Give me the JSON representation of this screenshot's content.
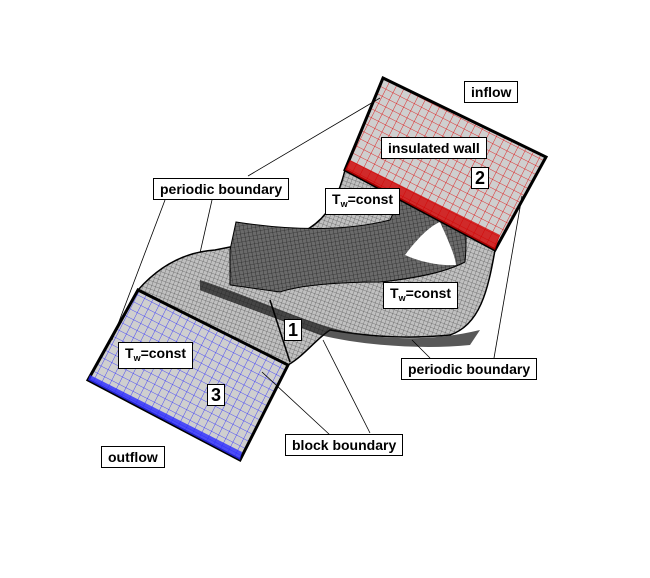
{
  "labels": {
    "inflow": "inflow",
    "outflow": "outflow",
    "insulated_wall": "insulated wall",
    "periodic_boundary_top": "periodic boundary",
    "periodic_boundary_bottom": "periodic boundary",
    "block_boundary": "block boundary",
    "tw_const": {
      "symbol": "T",
      "subscript": "w",
      "rest": "=const"
    }
  },
  "blocks": [
    "1",
    "2",
    "3"
  ],
  "colors": {
    "block2_grid": "#e00000",
    "block3_grid": "#2020ff",
    "surface": "#c8c8c8",
    "blade": "#505050"
  }
}
